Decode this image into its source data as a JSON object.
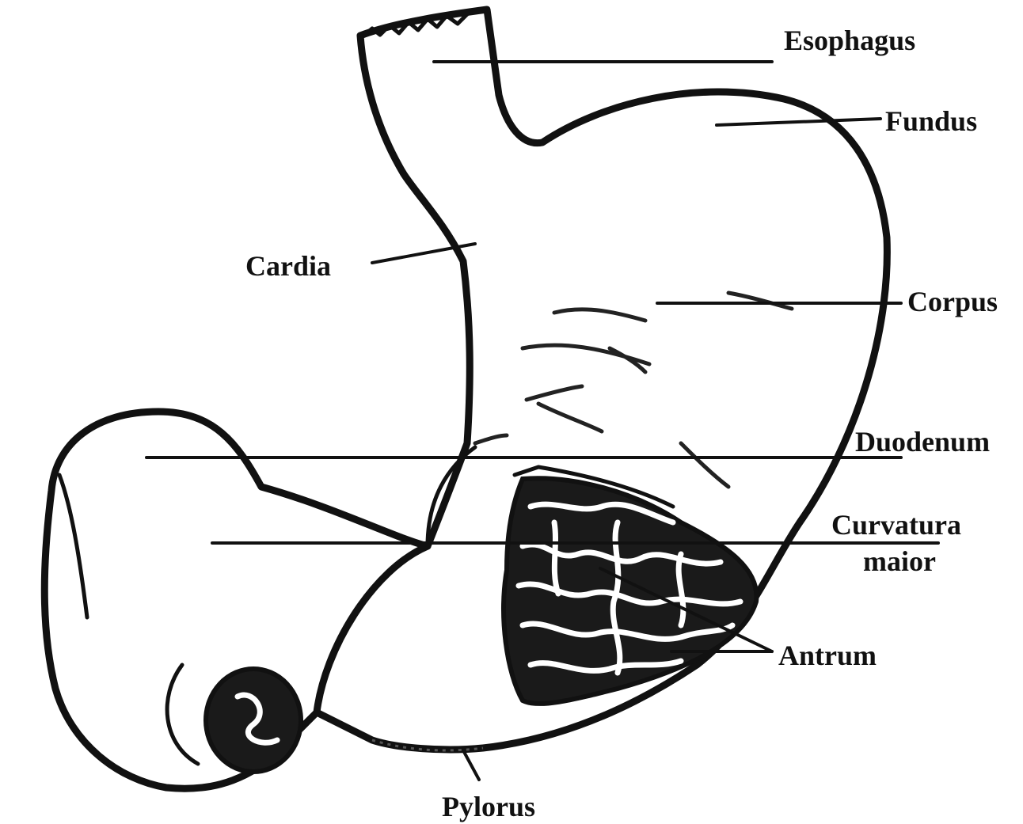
{
  "labels": {
    "esophagus": "Esophagus",
    "fundus": "Fundus",
    "cardia": "Cardia",
    "corpus": "Corpus",
    "duodenum": "Duodenum",
    "curvatura_line1": "Curvatura",
    "curvatura_line2": "maior",
    "antrum": "Antrum",
    "pylorus": "Pylorus"
  },
  "colors": {
    "ink": "#111111",
    "background": "#ffffff"
  }
}
